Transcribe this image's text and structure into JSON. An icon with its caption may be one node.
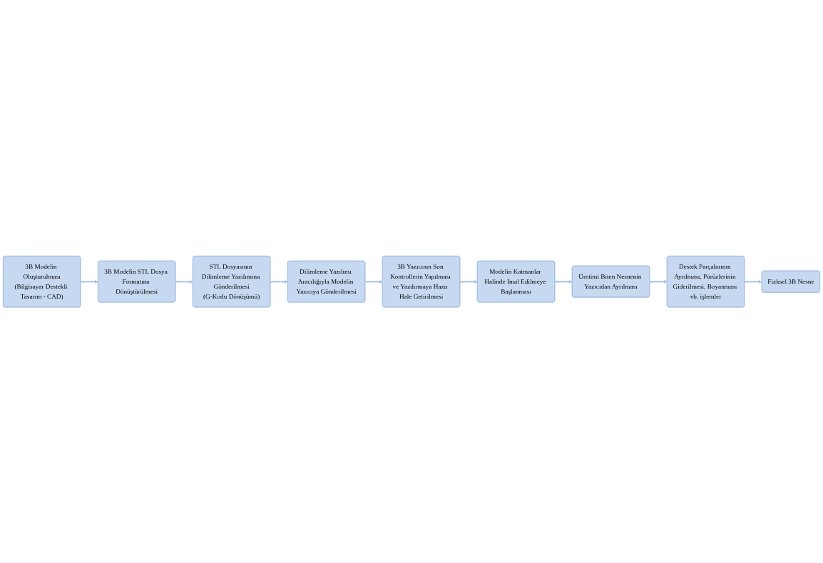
{
  "diagram": {
    "nodes": [
      {
        "text": [
          "3B Modelin Oluşturulması",
          "(Bilgisayar Destekli Tasarım - CAD)"
        ]
      },
      {
        "text": [
          "3B Modelin STL Dosya Formatına Dönüştürülmesi"
        ]
      },
      {
        "text": [
          "STL Dosyasının Dilimleme Yazılımına Gönderilmesi",
          "(G-Kodu Dönüşümü)"
        ]
      },
      {
        "text": [
          "Dilimleme Yazılımı Aracılığıyla Modelin Yazıcıya Gönderilmesi"
        ]
      },
      {
        "text": [
          "3B Yazıcının Son Kontrollerin Yapılması ve Yazdırmaya Hazır Hale Getirilmesi"
        ]
      },
      {
        "text": [
          "Modelin Katmanlar Halinde İmal Edilmeye Başlanması"
        ]
      },
      {
        "text": [
          "Üretimi Biten Nesnenin Yazıcıdan Ayrılması"
        ]
      },
      {
        "text": [
          "Destek Parçalarının Ayrılması, Pürüzlerinin Giderilmesi, Boyanması vb. işlemler"
        ]
      },
      {
        "text": [
          "Fizksel 3B Nesne"
        ]
      }
    ],
    "edges": [
      {
        "from": 0,
        "to": 1,
        "arrow": "to"
      },
      {
        "from": 1,
        "to": 2,
        "arrow": "to"
      },
      {
        "from": 2,
        "to": 3,
        "arrow": "to"
      },
      {
        "from": 3,
        "to": 4,
        "arrow": "to"
      },
      {
        "from": 4,
        "to": 5,
        "arrow": "to"
      },
      {
        "from": 5,
        "to": 6,
        "arrow": "to"
      },
      {
        "from": 6,
        "to": 7,
        "arrow": "to"
      },
      {
        "from": 7,
        "to": 8,
        "arrow": "to"
      }
    ]
  }
}
